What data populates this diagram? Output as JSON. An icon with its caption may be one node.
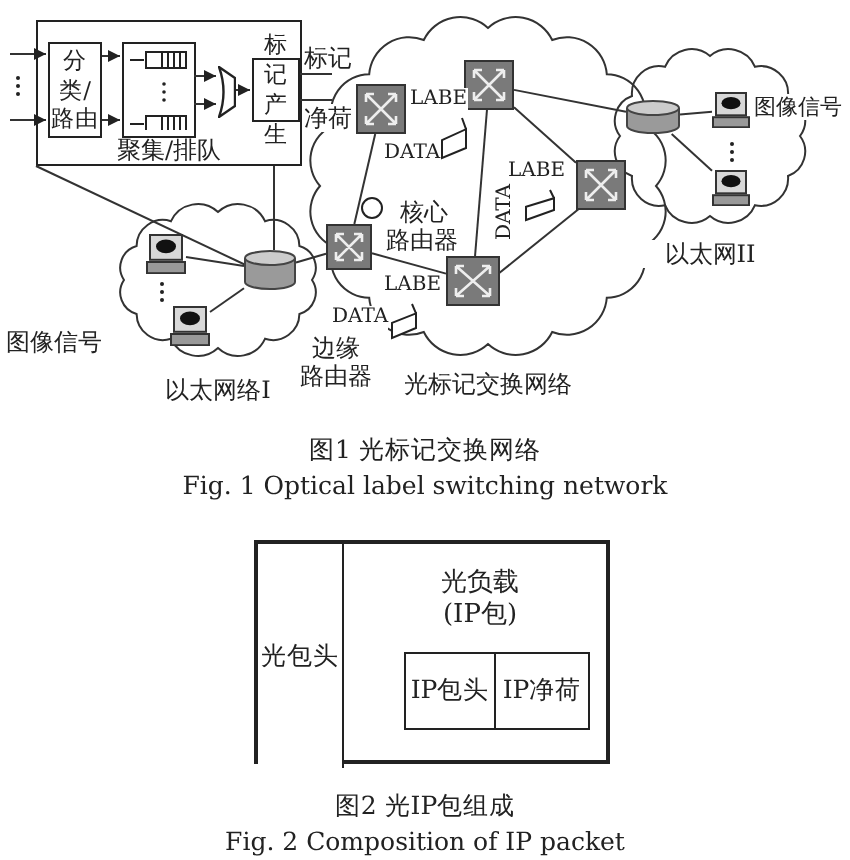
{
  "diagram": {
    "nodes": [
      {
        "text": [
          "聚集/排队"
        ]
      },
      {
        "text": [
          "分类/路由"
        ],
        "in": 0
      },
      {
        "text": [],
        "shape": "box",
        "in": 0
      },
      {
        "text": [],
        "shape": "trapezoid",
        "in": 0
      },
      {
        "text": [
          "标记产生"
        ],
        "in": 0
      },
      {
        "text": [
          "以太网络I"
        ]
      },
      {
        "text": [],
        "shape": "picture",
        "in": 5
      },
      {
        "text": [],
        "shape": "picture",
        "in": 5
      },
      {
        "text": [],
        "shape": "cylinder",
        "in": 5
      },
      {
        "text": [
          "光标记交换网络"
        ]
      },
      {
        "text": [],
        "shape": "picture",
        "in": 9
      },
      {
        "text": [],
        "shape": "picture",
        "in": 9
      },
      {
        "text": [],
        "shape": "picture",
        "in": 9
      },
      {
        "text": [],
        "shape": "picture",
        "in": 9
      },
      {
        "text": [],
        "shape": "picture",
        "in": 9
      },
      {
        "text": [
          "以太网II"
        ]
      },
      {
        "text": [],
        "shape": "cylinder",
        "in": 15
      },
      {
        "text": [],
        "shape": "picture",
        "in": 15
      },
      {
        "text": [],
        "shape": "picture",
        "in": 15
      },
      {
        "text": [],
        "shape": "box"
      },
      {
        "text": [
          "光包头"
        ],
        "in": 19
      },
      {
        "text": [
          "光负载(IP包)"
        ],
        "in": 19
      },
      {
        "text": [
          "IP包头"
        ],
        "in": 21
      },
      {
        "text": [
          "IP净荷"
        ],
        "in": 21
      }
    ],
    "edges": [
      {
        "from": null,
        "to": 1,
        "arrow": "to"
      },
      {
        "from": null,
        "to": 1,
        "arrow": "to"
      },
      {
        "from": 1,
        "to": 2,
        "arrow": "to"
      },
      {
        "from": 1,
        "to": 2,
        "arrow": "to"
      },
      {
        "from": 2,
        "to": 3,
        "arrow": "to"
      },
      {
        "from": 2,
        "to": 3,
        "arrow": "to"
      },
      {
        "from": 3,
        "to": 4,
        "arrow": "to"
      },
      {
        "from": 4,
        "to": 9,
        "arrow": "none",
        "label": "标记"
      },
      {
        "from": 4,
        "to": 9,
        "arrow": "none",
        "label": "净荷"
      },
      {
        "from": 0,
        "to": 8,
        "arrow": "none"
      },
      {
        "from": 0,
        "to": 8,
        "arrow": "none"
      },
      {
        "from": 6,
        "to": 8,
        "arrow": "none"
      },
      {
        "from": 7,
        "to": 8,
        "arrow": "none"
      },
      {
        "from": 8,
        "to": 10,
        "arrow": "none"
      },
      {
        "from": 10,
        "to": 11,
        "arrow": "none"
      },
      {
        "from": 10,
        "to": 14,
        "arrow": "none"
      },
      {
        "from": 12,
        "to": 13,
        "arrow": "none"
      },
      {
        "from": 12,
        "to": 14,
        "arrow": "none"
      },
      {
        "from": 13,
        "to": 14,
        "arrow": "none"
      },
      {
        "from": 12,
        "to": 16,
        "arrow": "none"
      },
      {
        "from": 16,
        "to": 17,
        "arrow": "none"
      },
      {
        "from": 16,
        "to": 18,
        "arrow": "none"
      }
    ],
    "labels": [
      "LABE",
      "图像信号",
      "DATA",
      "LABE",
      "DATA",
      "核心路由器",
      "LABE",
      "DATA",
      "图像信号",
      "边缘路由器",
      "图1 光标记交换网络",
      "Fig. 1 Optical label switching network",
      "图2 光IP包组成",
      "Fig. 2 Composition of IP packet"
    ]
  }
}
